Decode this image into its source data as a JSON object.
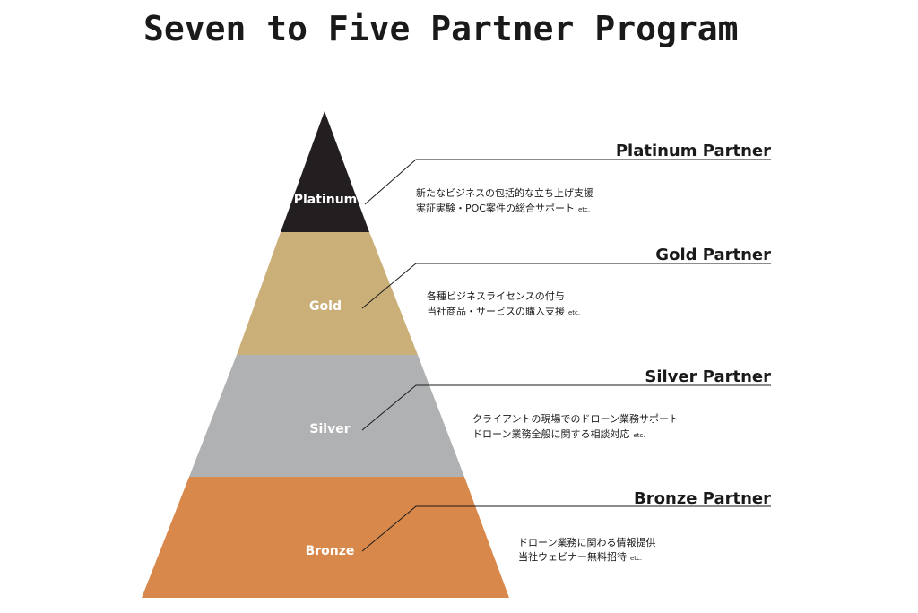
{
  "title": "Seven to Five Partner Program",
  "tiers": [
    {
      "label": "Platinum",
      "partner": "Platinum Partner",
      "color": "#231f20",
      "desc": [
        "新たなビジネスの包括的な立ち上げ支援",
        "実証実験・POC案件の総合サポート"
      ],
      "etc": "etc."
    },
    {
      "label": "Gold",
      "partner": "Gold Partner",
      "color": "#cbaf79",
      "desc": [
        "各種ビジネスライセンスの付与",
        "当社商品・サービスの購入支援"
      ],
      "etc": "etc."
    },
    {
      "label": "Silver",
      "partner": "Silver Partner",
      "color": "#b0b1b3",
      "desc": [
        "クライアントの現場でのドローン業務サポート",
        "ドローン業務全般に関する相談対応"
      ],
      "etc": "etc."
    },
    {
      "label": "Bronze",
      "partner": "Bronze Partner",
      "color": "#d9884b",
      "desc": [
        "ドローン業務に関わる情報提供",
        "当社ウェビナー無料招待"
      ],
      "etc": "etc."
    }
  ]
}
